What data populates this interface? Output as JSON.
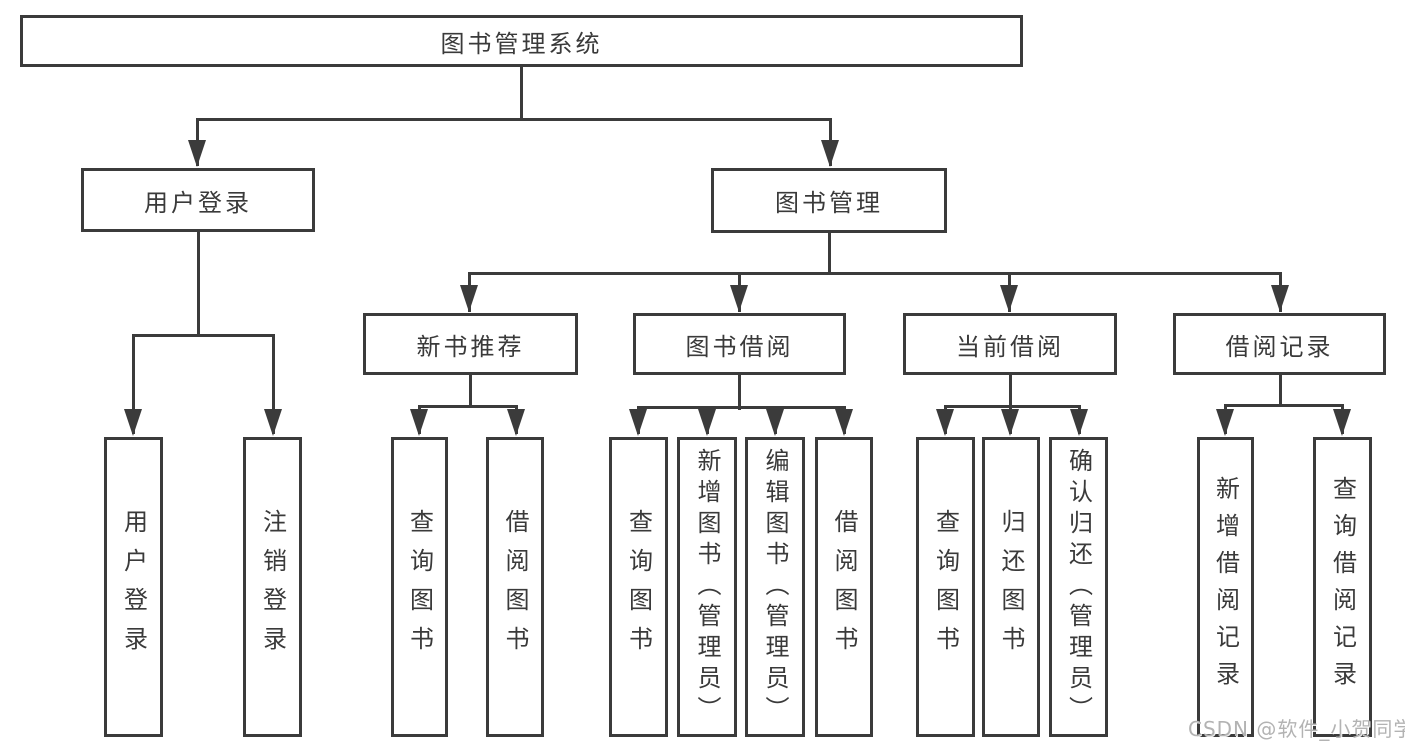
{
  "colors": {
    "line": "#3b3b3b",
    "text": "#3a3a3a",
    "background": "#ffffff",
    "watermark": "#b3b3b3"
  },
  "tree": {
    "root": {
      "label": "图书管理系统"
    },
    "branches": [
      {
        "label": "用户登录",
        "children": [
          {
            "label": "用户登录"
          },
          {
            "label": "注销登录"
          }
        ]
      },
      {
        "label": "图书管理",
        "children": [
          {
            "label": "新书推荐",
            "children": [
              {
                "label": "查询图书"
              },
              {
                "label": "借阅图书"
              }
            ]
          },
          {
            "label": "图书借阅",
            "children": [
              {
                "label": "查询图书"
              },
              {
                "label": "新增图书（管理员）"
              },
              {
                "label": "编辑图书（管理员）"
              },
              {
                "label": "借阅图书"
              }
            ]
          },
          {
            "label": "当前借阅",
            "children": [
              {
                "label": "查询图书"
              },
              {
                "label": "归还图书"
              },
              {
                "label": "确认归还（管理员）"
              }
            ]
          },
          {
            "label": "借阅记录",
            "children": [
              {
                "label": "新增借阅记录"
              },
              {
                "label": "查询借阅记录"
              }
            ]
          }
        ]
      }
    ]
  },
  "watermark": {
    "text": "CSDN @软件_小贺同学"
  }
}
